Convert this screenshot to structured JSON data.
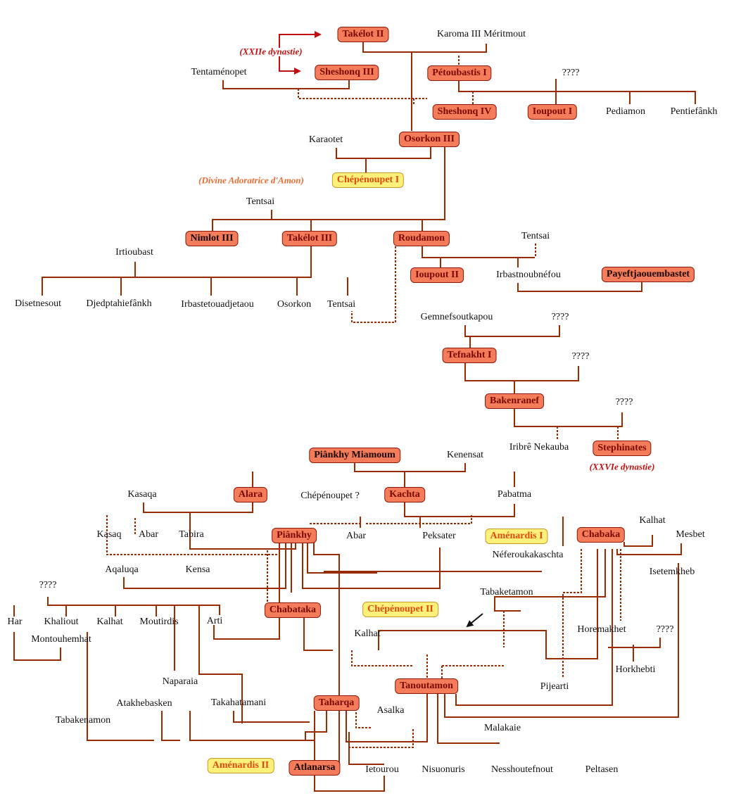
{
  "colors": {
    "line": "#9a2a00",
    "arrow": "#c01010",
    "box_fill": "#f47c5a",
    "queen_fill": "#fff07a",
    "note_red": "#c01010",
    "note_orange": "#e86a30"
  },
  "boxes": [
    {
      "id": "takelot2",
      "text": "Takélot II",
      "style": "red"
    },
    {
      "id": "sheshonq3",
      "text": "Sheshonq III",
      "style": "red"
    },
    {
      "id": "petoubastis1",
      "text": "Pétoubastis  I",
      "style": "red"
    },
    {
      "id": "sheshonq4",
      "text": "Sheshonq IV",
      "style": "red"
    },
    {
      "id": "ioupout1",
      "text": "Ioupout I",
      "style": "red"
    },
    {
      "id": "osorkon3",
      "text": "Osorkon III",
      "style": "red"
    },
    {
      "id": "chepenoupet1",
      "text": "Chépénoupet I",
      "style": "yel"
    },
    {
      "id": "nimlot3",
      "text": "Nimlot III",
      "style": "red dark"
    },
    {
      "id": "takelot3",
      "text": "Takélot III",
      "style": "red"
    },
    {
      "id": "roudamon",
      "text": "Roudamon",
      "style": "red"
    },
    {
      "id": "ioupout2",
      "text": "Ioupout II",
      "style": "red"
    },
    {
      "id": "payeftjaouembastet",
      "text": "Payeftjaouembastet",
      "style": "red dark"
    },
    {
      "id": "tefnakht1",
      "text": "Tefnakht I",
      "style": "red"
    },
    {
      "id": "bakenranef",
      "text": "Bakenranef",
      "style": "red"
    },
    {
      "id": "stephinates",
      "text": "Stephinates",
      "style": "red"
    },
    {
      "id": "piankhymiamoum",
      "text": "Piânkhy Miamoum",
      "style": "red dark"
    },
    {
      "id": "alara",
      "text": "Alara",
      "style": "red"
    },
    {
      "id": "kachta",
      "text": "Kachta",
      "style": "red"
    },
    {
      "id": "piankhy",
      "text": "Piânkhy",
      "style": "red"
    },
    {
      "id": "amenardis1",
      "text": "Aménardis I",
      "style": "yel"
    },
    {
      "id": "chabaka",
      "text": "Chabaka",
      "style": "red"
    },
    {
      "id": "chabataka",
      "text": "Chabataka",
      "style": "red"
    },
    {
      "id": "chepenoupet2",
      "text": "Chépénoupet II",
      "style": "yel"
    },
    {
      "id": "tanoutamon",
      "text": "Tanoutamon",
      "style": "red"
    },
    {
      "id": "taharqa",
      "text": "Taharqa",
      "style": "red"
    },
    {
      "id": "amenardis2",
      "text": "Aménardis II",
      "style": "yel"
    },
    {
      "id": "atlanarsa",
      "text": "Atlanarsa",
      "style": "red dark"
    }
  ],
  "labels": [
    {
      "id": "karoma3",
      "text": "Karoma III Méritmout"
    },
    {
      "id": "tentamenopet",
      "text": "Tentaménopet"
    },
    {
      "id": "q1",
      "text": "????"
    },
    {
      "id": "pediamon",
      "text": "Pediamon"
    },
    {
      "id": "pentiefankh",
      "text": "Pentiefânkh"
    },
    {
      "id": "karaotet",
      "text": "Karaotet"
    },
    {
      "id": "tentsai1",
      "text": "Tentsai"
    },
    {
      "id": "tentsai2",
      "text": "Tentsai"
    },
    {
      "id": "irtioubast",
      "text": "Irtioubast"
    },
    {
      "id": "irbastnoubnefou",
      "text": "Irbastnoubnéfou"
    },
    {
      "id": "disetnesout",
      "text": "Disetnesout"
    },
    {
      "id": "djedptahiefankh",
      "text": "Djedptahiefânkh"
    },
    {
      "id": "irbastetouadjetaou",
      "text": "Irbastetouadjetaou"
    },
    {
      "id": "osorkon",
      "text": "Osorkon"
    },
    {
      "id": "tentsai3",
      "text": "Tentsai"
    },
    {
      "id": "gemnefsoutkapou",
      "text": "Gemnefsoutkapou"
    },
    {
      "id": "q2",
      "text": "????"
    },
    {
      "id": "q3",
      "text": "????"
    },
    {
      "id": "q4",
      "text": "????"
    },
    {
      "id": "iribre",
      "text": "Iribrê Nekauba"
    },
    {
      "id": "kenensat",
      "text": "Kenensat"
    },
    {
      "id": "kasaqa",
      "text": "Kasaqa"
    },
    {
      "id": "chepenoupetq",
      "text": "Chépénoupet ?"
    },
    {
      "id": "pabatma",
      "text": "Pabatma"
    },
    {
      "id": "kasaq",
      "text": "Kasaq"
    },
    {
      "id": "abar1",
      "text": "Abar"
    },
    {
      "id": "tabira",
      "text": "Tabira"
    },
    {
      "id": "abar2",
      "text": "Abar"
    },
    {
      "id": "peksater",
      "text": "Peksater"
    },
    {
      "id": "kalhat1",
      "text": "Kalhat"
    },
    {
      "id": "mesbet",
      "text": "Mesbet"
    },
    {
      "id": "neferoukakaschta",
      "text": "Néferoukakaschta"
    },
    {
      "id": "aqaluqa",
      "text": "Aqaluqa"
    },
    {
      "id": "kensa",
      "text": "Kensa"
    },
    {
      "id": "isetemkheb",
      "text": "Isetemkheb"
    },
    {
      "id": "q5",
      "text": "????"
    },
    {
      "id": "tabaketamon",
      "text": "Tabaketamon"
    },
    {
      "id": "har",
      "text": "Har"
    },
    {
      "id": "khaliout",
      "text": "Khaliout"
    },
    {
      "id": "kalhat2",
      "text": "Kalhat"
    },
    {
      "id": "moutirdis",
      "text": "Moutirdis"
    },
    {
      "id": "arti",
      "text": "Arti"
    },
    {
      "id": "montouhemhat",
      "text": "Montouhemhat"
    },
    {
      "id": "horemakhet",
      "text": "Horemakhet"
    },
    {
      "id": "q6",
      "text": "????"
    },
    {
      "id": "kalhat3",
      "text": "Kalhat"
    },
    {
      "id": "horkhebti",
      "text": "Horkhebti"
    },
    {
      "id": "naparaia",
      "text": "Naparaia"
    },
    {
      "id": "pijearti",
      "text": "Pijearti"
    },
    {
      "id": "atakhebasken",
      "text": "Atakhebasken"
    },
    {
      "id": "takahatamani",
      "text": "Takahatamani"
    },
    {
      "id": "asalka",
      "text": "Asalka"
    },
    {
      "id": "tabakenamon",
      "text": "Tabakenamon"
    },
    {
      "id": "malakaie",
      "text": "Malakaie"
    },
    {
      "id": "ietourou",
      "text": "Ietourou"
    },
    {
      "id": "nisuonuris",
      "text": "Nisuonuris"
    },
    {
      "id": "nesshoutefnout",
      "text": "Nesshoutefnout"
    },
    {
      "id": "peltasen",
      "text": "Peltasen"
    }
  ],
  "notes": [
    {
      "id": "xxii",
      "text": "(XXIIe dynastie)",
      "color": "#c01010"
    },
    {
      "id": "divine",
      "text": "(Divine Adoratrice d'Amon)",
      "color": "#e86a30"
    },
    {
      "id": "xxvi",
      "text": "(XXVIe dynastie)",
      "color": "#c01010"
    }
  ]
}
